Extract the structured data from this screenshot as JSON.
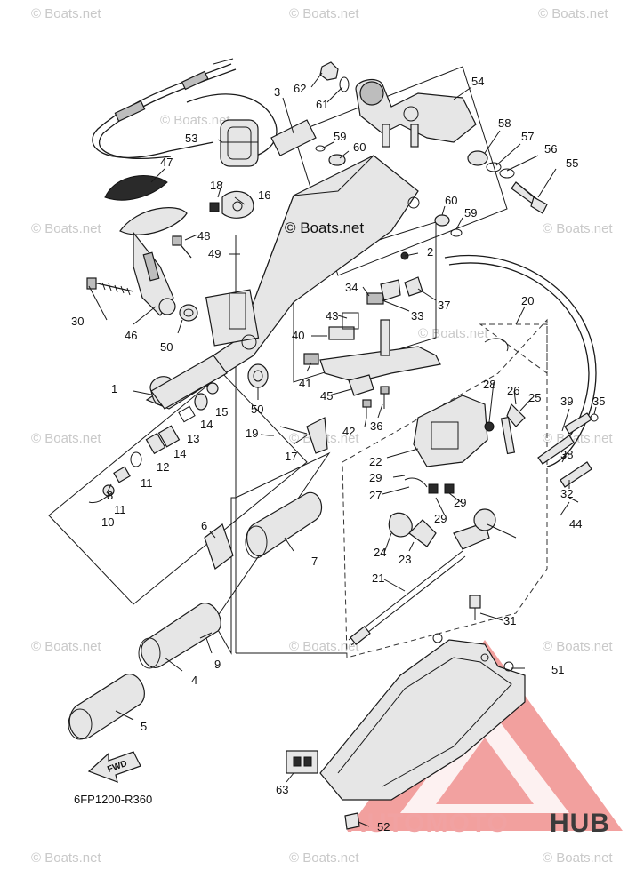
{
  "watermarks": [
    "© Boats.net",
    "© Boats.net",
    "© Boats.net",
    "© Boats.net",
    "© Boats.net",
    "© Boats.net",
    "© Boats.net",
    "© Boats.net",
    "© Boats.net",
    "© Boats.net",
    "© Boats.net",
    "© Boats.net",
    "© Boats.net",
    "© Boats.net",
    "© Boats.net",
    "© Boats.net"
  ],
  "center_watermark": "© Boats.net",
  "diagram_code": "6FP1200-R360",
  "fwd_label": "FWD",
  "brand": {
    "part1": "AUTOMOTO",
    "part2": "HUB",
    "colors": {
      "accent": "#e8524f",
      "dark": "#3b3b3b"
    }
  },
  "callouts": [
    "1",
    "2",
    "3",
    "4",
    "5",
    "6",
    "7",
    "8",
    "9",
    "10",
    "11",
    "11",
    "12",
    "13",
    "14",
    "14",
    "15",
    "16",
    "17",
    "18",
    "19",
    "20",
    "21",
    "22",
    "23",
    "24",
    "25",
    "26",
    "27",
    "28",
    "29",
    "29",
    "29",
    "30",
    "31",
    "32",
    "33",
    "34",
    "35",
    "36",
    "37",
    "38",
    "39",
    "40",
    "41",
    "42",
    "43",
    "44",
    "45",
    "46",
    "47",
    "48",
    "49",
    "50",
    "50",
    "51",
    "52",
    "53",
    "54",
    "55",
    "56",
    "57",
    "58",
    "59",
    "59",
    "60",
    "60",
    "61",
    "62",
    "63"
  ]
}
